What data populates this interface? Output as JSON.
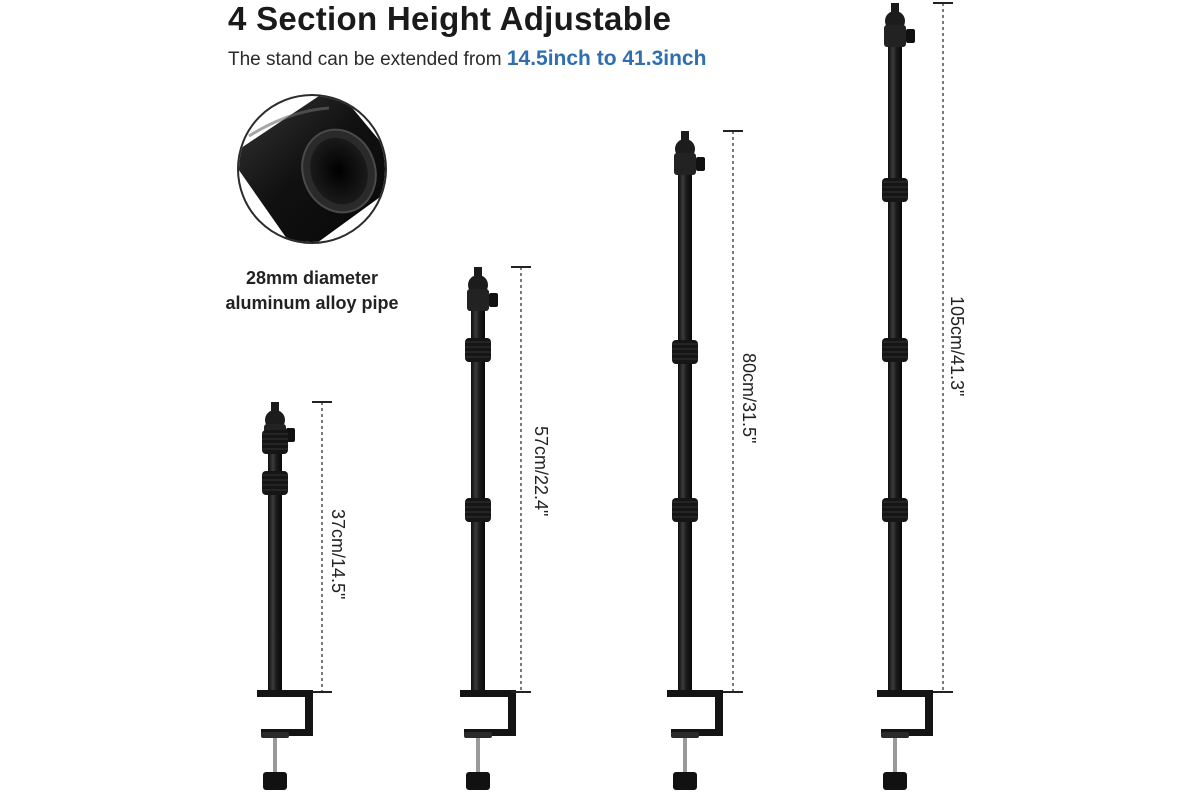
{
  "header": {
    "title": "4 Section Height Adjustable",
    "subtitle_prefix": "The stand can be extended from ",
    "subtitle_highlight": "14.5inch to 41.3inch"
  },
  "pipe": {
    "caption_line1": "28mm diameter",
    "caption_line2": "aluminum alloy pipe"
  },
  "stands": [
    {
      "height_label": "37cm/14.5\""
    },
    {
      "height_label": "57cm/22.4\""
    },
    {
      "height_label": "80cm/31.5\""
    },
    {
      "height_label": "105cm/41.3\""
    }
  ],
  "colors": {
    "highlight": "#2f6fb0",
    "pole": "#1c1c1c"
  }
}
